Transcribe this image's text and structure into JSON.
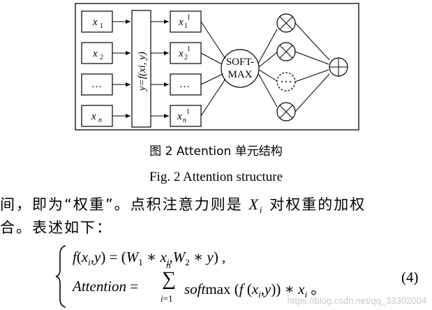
{
  "figure": {
    "inputs": [
      "x",
      "x",
      "…",
      "x"
    ],
    "input_subs": [
      "1",
      "2",
      "",
      "n"
    ],
    "func_label": "y=f(xi, y)",
    "outputs": [
      "x",
      "x",
      "…",
      "x"
    ],
    "output_subs": [
      "1",
      "2",
      "",
      "n"
    ],
    "output_sups": [
      "1",
      "1",
      "",
      "1"
    ],
    "softmax_line1": "SOFT-",
    "softmax_line2": "MAX"
  },
  "caption_zh": "图 2   Attention 单元结构",
  "caption_en": "Fig. 2    Attention structure",
  "text_line1_a": "间，即为“权重”。点积注意力则是 ",
  "text_line1_var": "X",
  "text_line1_sub": "i",
  "text_line1_b": " 对权重的加权",
  "text_line2": "合。表述如下：",
  "equation_number": "(4)",
  "watermark": "https://blog.csdn.net/qq_33302004"
}
